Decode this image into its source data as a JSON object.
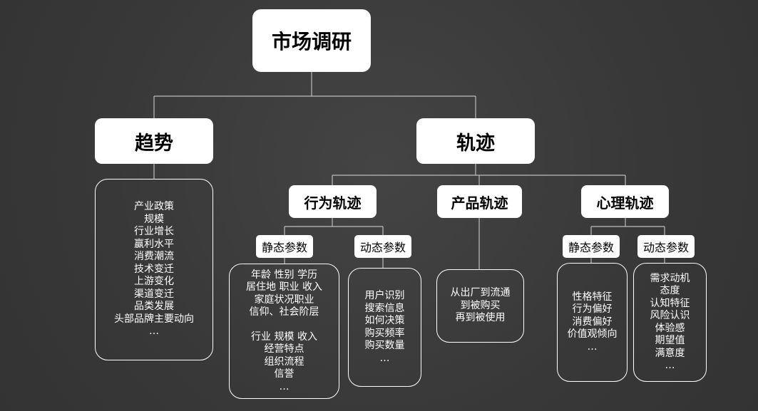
{
  "root": {
    "label": "市场调研"
  },
  "trend": {
    "label": "趋势",
    "items": [
      "产业政策",
      "规模",
      "行业增长",
      "赢利水平",
      "消费潮流",
      "技术变迁",
      "上游变化",
      "渠道变迁",
      "品类发展",
      "头部品牌主要动向",
      "…"
    ]
  },
  "track": {
    "label": "轨迹",
    "behavior": {
      "label": "行为轨迹",
      "static": {
        "label": "静态参数",
        "items_a": [
          "年龄 性别 学历",
          "居住地 职业 收入",
          "家庭状况职业",
          "信仰、社会阶层"
        ],
        "items_b": [
          "行业 规模 收入",
          "经营特点",
          "组织流程",
          "信誉",
          "…"
        ]
      },
      "dynamic": {
        "label": "动态参数",
        "items": [
          "用户识别",
          "搜索信息",
          "如何决策",
          "购买频率",
          "购买数量",
          "…"
        ]
      }
    },
    "product": {
      "label": "产品轨迹",
      "items": [
        "从出厂到流通",
        "到被购买",
        "再到被使用"
      ]
    },
    "psychology": {
      "label": "心理轨迹",
      "static": {
        "label": "静态参数",
        "items": [
          "性格特征",
          "行为偏好",
          "消费偏好",
          "价值观倾向",
          "…"
        ]
      },
      "dynamic": {
        "label": "动态参数",
        "items": [
          "需求动机",
          "态度",
          "认知特征",
          "风险认识",
          "体验感",
          "期望值",
          "满意度",
          "…"
        ]
      }
    }
  }
}
